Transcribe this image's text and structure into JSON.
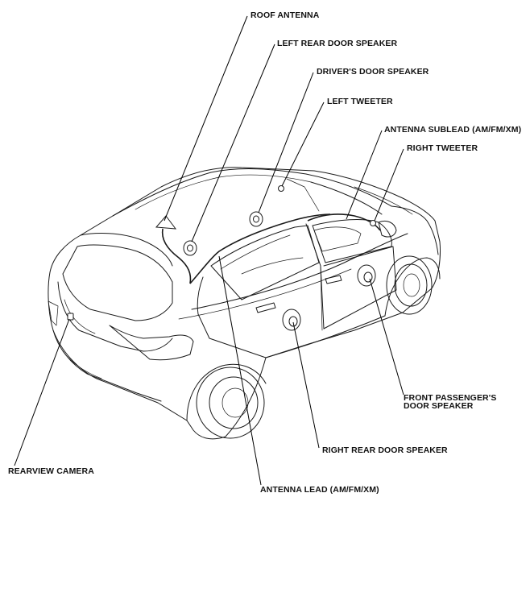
{
  "callouts": {
    "roof_antenna": "ROOF ANTENNA",
    "left_rear_door_speaker": "LEFT REAR DOOR SPEAKER",
    "drivers_door_speaker": "DRIVER'S DOOR SPEAKER",
    "left_tweeter": "LEFT TWEETER",
    "antenna_sublead": "ANTENNA SUBLEAD (AM/FM/XM)",
    "right_tweeter": "RIGHT TWEETER",
    "front_passenger_door_speaker_line1": "FRONT PASSENGER'S",
    "front_passenger_door_speaker_line2": "DOOR SPEAKER",
    "right_rear_door_speaker": "RIGHT REAR DOOR SPEAKER",
    "rearview_camera": "REARVIEW CAMERA",
    "antenna_lead": "ANTENNA LEAD (AM/FM/XM)"
  }
}
